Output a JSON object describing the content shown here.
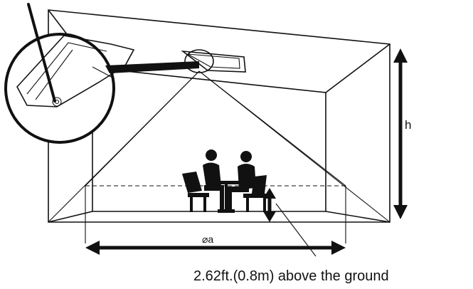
{
  "labels": {
    "height": "h",
    "diameter": "⌀a",
    "sensor_height": "2.62ft.(0.8m) above the ground"
  },
  "colors": {
    "line": "#111111",
    "background": "#ffffff"
  },
  "icons": [
    "ceiling-sensor-icon",
    "magnifier-icon",
    "seated-people-icon"
  ]
}
